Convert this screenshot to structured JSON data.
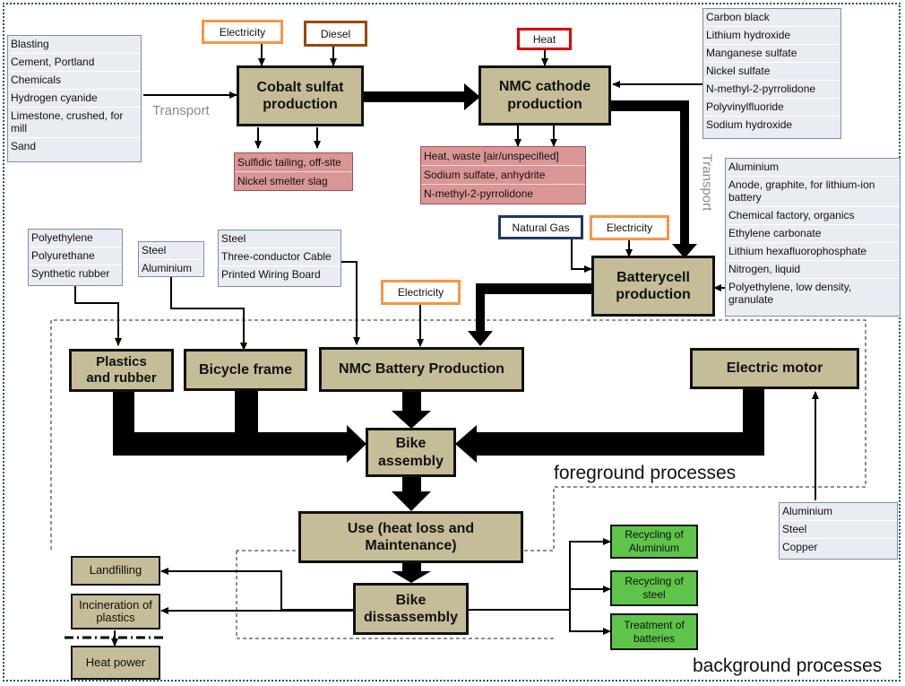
{
  "inputs": {
    "cobalt_materials": [
      "Blasting",
      "Cement, Portland",
      "Chemicals",
      "Hydrogen cyanide",
      "Limestone, crushed, for mill",
      "Sand"
    ],
    "cathode_materials": [
      "Carbon black",
      "Lithium hydroxide",
      "Manganese sulfate",
      "Nickel sulfate",
      "N-methyl-2-pyrrolidone",
      "Polyvinylfluoride",
      "Sodium hydroxide"
    ],
    "battery_materials": [
      "Aluminium",
      "Anode, graphite, for lithium-ion battery",
      "Chemical factory, organics",
      "Ethylene carbonate",
      "Lithium hexafluorophosphate",
      "Nitrogen, liquid",
      "Polyethylene, low density, granulate"
    ],
    "plastics_materials": [
      "Polyethylene",
      "Polyurethane",
      "Synthetic rubber"
    ],
    "frame_materials": [
      "Steel",
      "Aluminium"
    ],
    "electronics_materials": [
      "Steel",
      "Three-conductor Cable",
      "Printed Wiring Board"
    ],
    "motor_materials": [
      "Aluminium",
      "Steel",
      "Copper"
    ]
  },
  "outputs": {
    "cobalt_emissions": [
      "Sulfidic tailing, off-site",
      "Nickel smelter slag"
    ],
    "cathode_emissions": [
      "Heat, waste [air/unspecified]",
      "Sodium sulfate, anhydrite",
      "N-methyl-2-pyrrolidone"
    ]
  },
  "energy": {
    "electricity": "Electricity",
    "diesel": "Diesel",
    "heat": "Heat",
    "natural_gas": "Natural Gas"
  },
  "processes": {
    "cobalt": "Cobalt sulfat production",
    "nmc_cathode": "NMC cathode production",
    "batterycell": "Batterycell production",
    "plastics": "Plastics and rubber",
    "bicycle_frame": "Bicycle frame",
    "nmc_battery": "NMC Battery Production",
    "electric_motor": "Electric motor",
    "bike_assembly": "Bike assembly",
    "use": "Use (heat loss and Maintenance)",
    "bike_disassembly": "Bike dissassembly"
  },
  "end_of_life": {
    "landfilling": "Landfilling",
    "incineration": "Incineration of plastics",
    "heat_power": "Heat power",
    "recycling_aluminium": "Recycling of Aluminium",
    "recycling_steel": "Recycling of steel",
    "treatment_batteries": "Treatment of batteries"
  },
  "labels": {
    "transport": "Transport",
    "foreground": "foreground processes",
    "background": "background processes"
  },
  "colors": {
    "process_fill": "#c4bd97",
    "emission_fill": "#d99694",
    "recycling_fill": "#5fc44a",
    "input_fill": "#e9ecf2",
    "electricity_border": "#f79646",
    "diesel_border": "#984807",
    "heat_border": "#e00000",
    "natural_gas_border": "#1f3864"
  }
}
